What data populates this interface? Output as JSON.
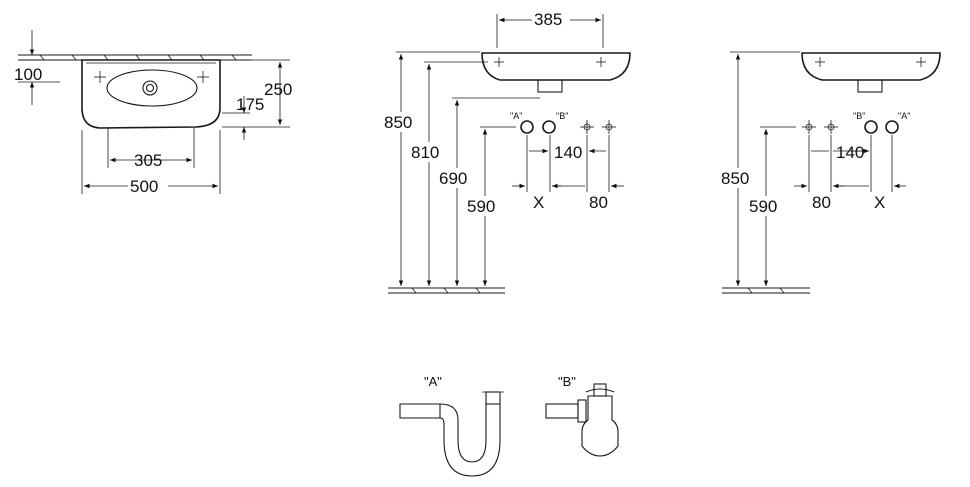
{
  "top_view": {
    "dims": {
      "offset_top": "100",
      "height_total": "250",
      "height_bowl": "175",
      "width_bowl": "305",
      "width_total": "500"
    }
  },
  "front_view_a": {
    "dims": {
      "h850": "850",
      "h810": "810",
      "h690": "690",
      "h590": "590",
      "w385": "385",
      "d140": "140",
      "d80": "80",
      "x": "X"
    },
    "labels": {
      "a": "\"A\"",
      "b": "\"B\""
    }
  },
  "front_view_b": {
    "dims": {
      "h850": "850",
      "h590": "590",
      "d140": "140",
      "d80": "80",
      "x": "X"
    },
    "labels": {
      "a": "\"A\"",
      "b": "\"B\""
    }
  },
  "traps": {
    "a_label": "\"A\"",
    "b_label": "\"B\""
  }
}
